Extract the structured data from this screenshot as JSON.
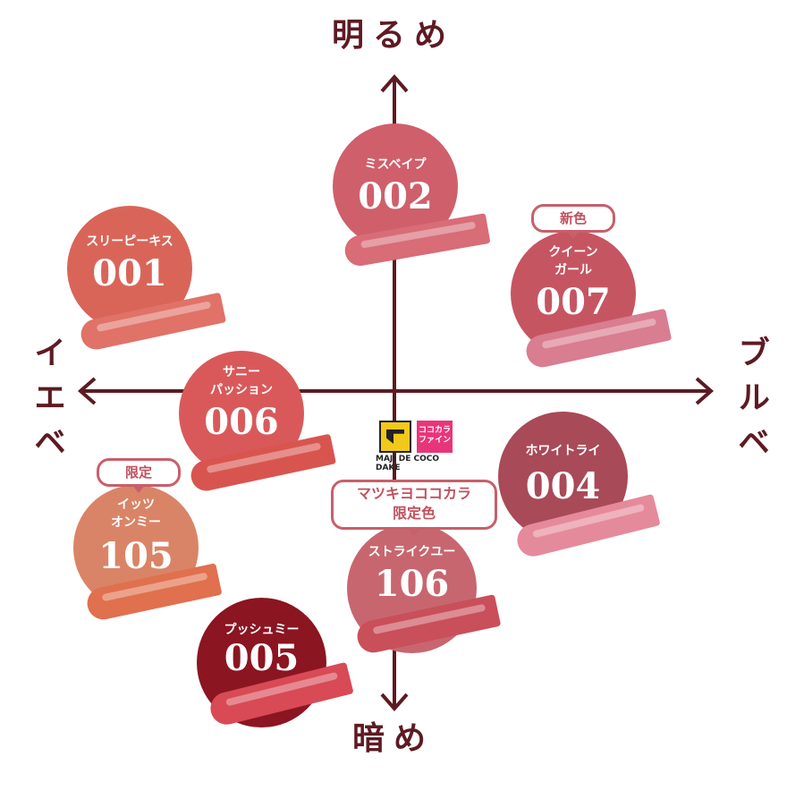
{
  "axes": {
    "top": "明るめ",
    "bottom": "暗め",
    "left": "イエベ",
    "right": "ブルベ"
  },
  "logo": {
    "box_text": "ココカラ\nファイン",
    "caption": "MAJI DE COCO DAKE"
  },
  "shades": [
    {
      "name": "ミスベイプ",
      "code": "002",
      "color": "#cf5f6b",
      "swatch": "#d86c77"
    },
    {
      "name": "スリーピーキス",
      "code": "001",
      "color": "#d96558",
      "swatch": "#e07268"
    },
    {
      "name": "クイーン\nガール",
      "code": "007",
      "color": "#c65562",
      "swatch": "#d97d90",
      "badge": "新色"
    },
    {
      "name": "サニー\nパッション",
      "code": "006",
      "color": "#d9595a",
      "swatch": "#d8554f"
    },
    {
      "name": "ホワイトライ",
      "code": "004",
      "color": "#a84a58",
      "swatch": "#e58a9a"
    },
    {
      "name": "イッツ\nオンミー",
      "code": "105",
      "color": "#d98466",
      "swatch": "#e0704e",
      "badge": "限定"
    },
    {
      "name": "ストライクユー",
      "code": "106",
      "color": "#c8666f",
      "swatch": "#c94f5a",
      "badge": "マツキヨココカラ\n限定色"
    },
    {
      "name": "プッシュミー",
      "code": "005",
      "color": "#8b1521",
      "swatch": "#d84a55"
    }
  ]
}
